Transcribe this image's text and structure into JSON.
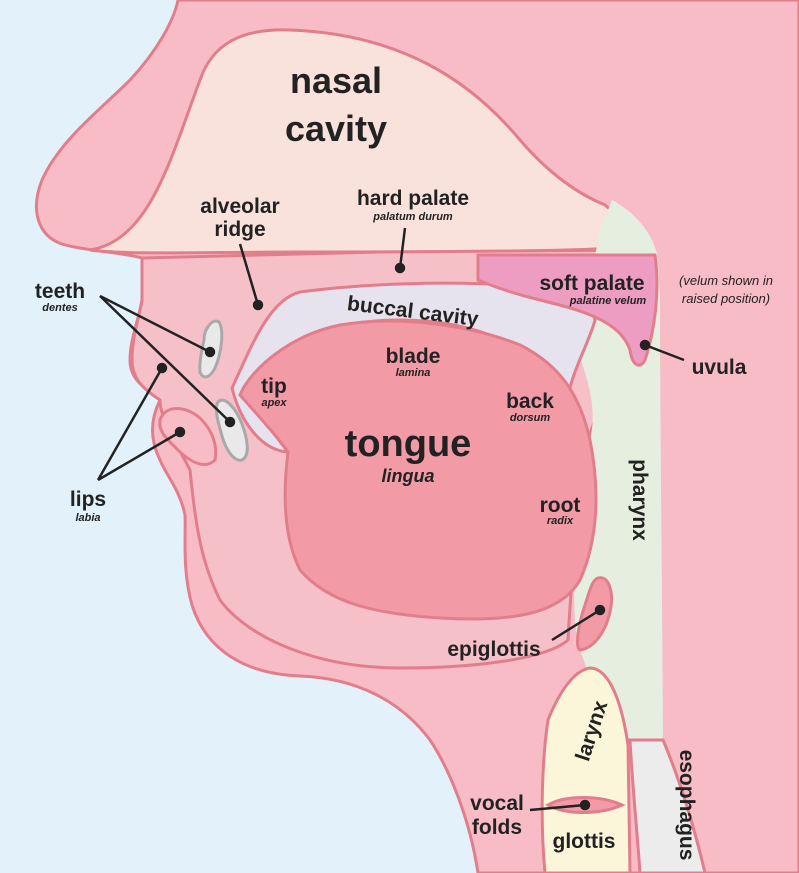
{
  "colors": {
    "background": "#e3f2fa",
    "head": "#f7bcc5",
    "outline": "#e27e8c",
    "nasal_cavity": "#fae2dc",
    "oral": "#f6c0c8",
    "buccal_cavity": "#e6e2ee",
    "tongue": "#f29aa5",
    "soft_palate": "#ee9dc2",
    "pharynx": "#e6efdf",
    "larynx": "#fbf6d9",
    "esophagus": "#ececec",
    "teeth": "#e9e9e9",
    "text": "#222222"
  },
  "labels": {
    "nasal_1": "nasal",
    "nasal_2": "cavity",
    "alveolar_1": "alveolar",
    "alveolar_2": "ridge",
    "hard_palate": "hard palate",
    "hard_palate_sub": "palatum durum",
    "soft_palate": "soft palate",
    "soft_palate_sub": "palatine velum",
    "velum_note_1": "(velum shown in",
    "velum_note_2": "raised position)",
    "teeth": "teeth",
    "teeth_sub": "dentes",
    "buccal": "buccal cavity",
    "uvula": "uvula",
    "blade": "blade",
    "blade_sub": "lamina",
    "tip": "tip",
    "tip_sub": "apex",
    "back": "back",
    "back_sub": "dorsum",
    "tongue": "tongue",
    "tongue_sub": "lingua",
    "pharynx": "pharynx",
    "lips": "lips",
    "lips_sub": "labia",
    "root": "root",
    "root_sub": "radix",
    "epiglottis": "epiglottis",
    "larynx": "larynx",
    "esophagus": "esophagus",
    "vocal_1": "vocal",
    "vocal_2": "folds",
    "glottis": "glottis"
  }
}
